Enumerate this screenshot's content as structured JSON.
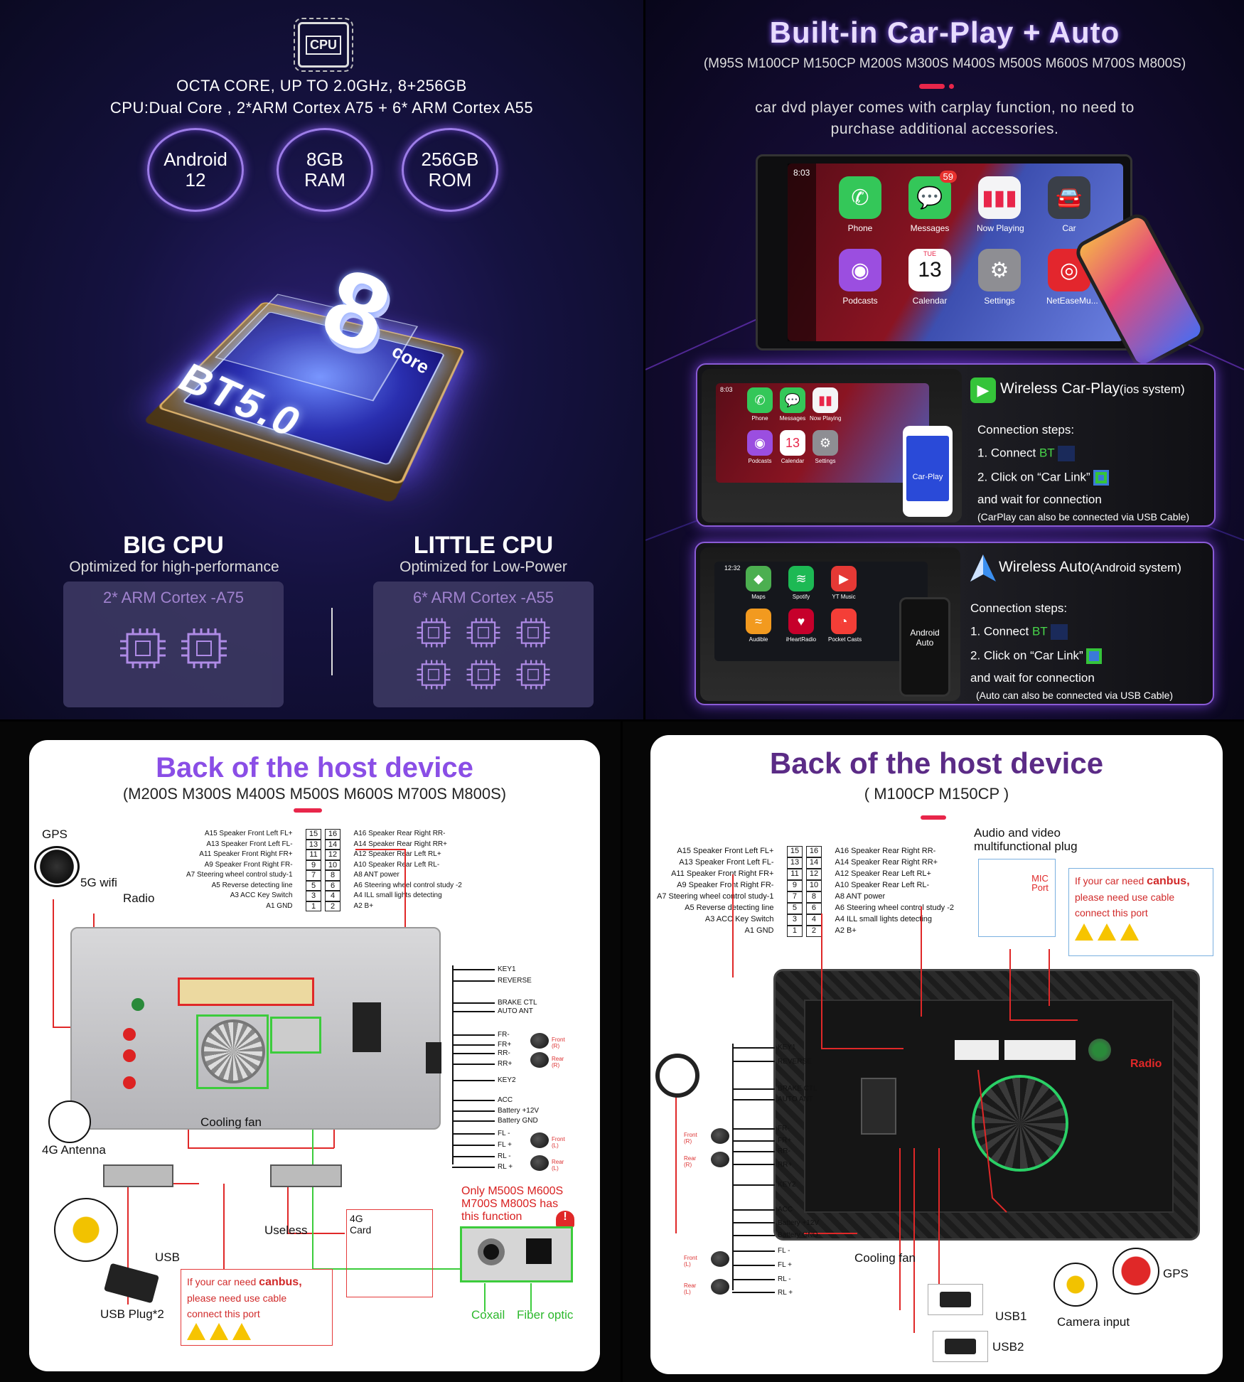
{
  "cpu_panel": {
    "chip_icon_text": "CPU",
    "line1": "OCTA CORE, UP TO 2.0GHz, 8+256GB",
    "line2": "CPU:Dual Core , 2*ARM Cortex A75 + 6* ARM Cortex A55",
    "badges": [
      {
        "l1": "Android",
        "l2": "12"
      },
      {
        "l1": "8GB",
        "l2": "RAM"
      },
      {
        "l1": "256GB",
        "l2": "ROM"
      }
    ],
    "chip_number": "8",
    "chip_core": "core",
    "chip_bt": "BT5.0",
    "big": {
      "title": "BIG CPU",
      "subtitle": "Optimized for high-performance",
      "box_label": "2* ARM Cortex -A75",
      "core_count": 2
    },
    "little": {
      "title": "LITTLE CPU",
      "subtitle": "Optimized for Low-Power",
      "box_label": "6* ARM Cortex -A55",
      "core_count": 6
    }
  },
  "carplay_panel": {
    "title": "Built-in Car-Play + Auto",
    "models": "(M95S M100CP M150CP M200S M300S M400S M500S M600S M700S M800S)",
    "desc1": "car dvd player comes with carplay function, no need to",
    "desc2": "purchase additional accessories.",
    "screen": {
      "time": "8:03",
      "apps": [
        {
          "name": "Phone",
          "glyph": "✆",
          "color": "#34c759"
        },
        {
          "name": "Messages",
          "glyph": "💬",
          "color": "#34c759",
          "badge": "59"
        },
        {
          "name": "Now Playing",
          "glyph": "▮▮▮",
          "color": "#f4f4f6"
        },
        {
          "name": "Car",
          "glyph": "🚘",
          "color": "#3a3f48"
        },
        {
          "name": "Podcasts",
          "glyph": "◉",
          "color": "#9b4ee0"
        },
        {
          "name": "Calendar",
          "glyph": "13",
          "color": "#ffffff",
          "day": "TUE"
        },
        {
          "name": "Settings",
          "glyph": "⚙",
          "color": "#8e8e93"
        },
        {
          "name": "NetEaseMu...",
          "glyph": "◎",
          "color": "#e3262d"
        }
      ]
    },
    "carplay_step": {
      "title": "Wireless Car-Play",
      "title_suffix": "(ios system)",
      "steps_heading": "Connection steps:",
      "step1": "1. Connect",
      "bt": "BT",
      "step2": "2. Click on “Car Link”",
      "step3": "and wait for connection",
      "note": "(CarPlay can also be connected via USB Cable)",
      "phone_label": "Car-Play",
      "mini_time": "8:03",
      "mini_apps": [
        {
          "name": "Phone",
          "glyph": "✆",
          "color": "#34c759"
        },
        {
          "name": "Messages",
          "glyph": "💬",
          "color": "#34c759"
        },
        {
          "name": "Now Playing",
          "glyph": "▮▮",
          "color": "#f4f4f6"
        },
        {
          "name": "Podcasts",
          "glyph": "◉",
          "color": "#9b4ee0"
        },
        {
          "name": "Calendar",
          "glyph": "13",
          "color": "#ffffff"
        },
        {
          "name": "Settings",
          "glyph": "⚙",
          "color": "#8e8e93"
        }
      ]
    },
    "auto_step": {
      "title": "Wireless Auto",
      "title_suffix": "(Android system)",
      "steps_heading": "Connection steps:",
      "step1": "1. Connect",
      "bt": "BT",
      "step2": "2. Click on “Car Link”",
      "step3": "and wait for connection",
      "note": "(Auto can also be connected via USB Cable)",
      "phone_label": "Android Auto",
      "mini_time": "12:32",
      "mini_apps": [
        {
          "name": "Maps",
          "glyph": "◆",
          "color": "#4caf50"
        },
        {
          "name": "Spotify",
          "glyph": "≋",
          "color": "#1db954"
        },
        {
          "name": "YT Music",
          "glyph": "▶",
          "color": "#e53935"
        },
        {
          "name": "Audible",
          "glyph": "≈",
          "color": "#f29a1f"
        },
        {
          "name": "iHeartRadio",
          "glyph": "♥",
          "color": "#c6002b"
        },
        {
          "name": "Pocket Casts",
          "glyph": "◔",
          "color": "#f43e37"
        }
      ]
    }
  },
  "pinout": [
    {
      "left": "A15  Speaker Front Left FL+",
      "lp": "15",
      "rp": "16",
      "right": "A16 Speaker Rear Right RR-"
    },
    {
      "left": "A13  Speaker Front Left FL-",
      "lp": "13",
      "rp": "14",
      "right": "A14 Speaker Rear Right RR+"
    },
    {
      "left": "A11  Speaker Front Right FR+",
      "lp": "11",
      "rp": "12",
      "right": "A12 Speaker Rear Left RL+"
    },
    {
      "left": "A9   Speaker Front Right FR-",
      "lp": "9",
      "rp": "10",
      "right": "A10 Speaker Rear Left RL-"
    },
    {
      "left": "A7  Steering wheel control study-1",
      "lp": "7",
      "rp": "8",
      "right": "A8   ANT power"
    },
    {
      "left": "A5   Reverse detecting line",
      "lp": "5",
      "rp": "6",
      "right": "A6   Steering wheel control study -2"
    },
    {
      "left": "A3 ACC Key Switch",
      "lp": "3",
      "rp": "4",
      "right": "A4   ILL small lights detecting"
    },
    {
      "left": "A1 GND",
      "lp": "1",
      "rp": "2",
      "right": "A2   B+"
    }
  ],
  "harness": [
    "KEY1",
    "REVERSE",
    "BRAKE CTL",
    "AUTO ANT",
    "FR-",
    "FR+",
    "RR-",
    "RR+",
    "KEY2",
    "ACC",
    "Battery +12V",
    "Battery GND",
    "FL -",
    "FL +",
    "RL -",
    "RL +"
  ],
  "speakers": [
    "Front (R)",
    "Rear (R)",
    "Front (L)",
    "Rear (L)"
  ],
  "canbus_note": {
    "prefix": "If your car need ",
    "bold": "canbus,",
    "line2": "please need use cable",
    "line3": "connect this port"
  },
  "back_a": {
    "title": "Back of the host device",
    "models": "(M200S M300S M400S M500S M600S M700S M800S)",
    "gps": "GPS",
    "wifi": "5G wifi",
    "radio": "Radio",
    "antenna_4g": "4G Antenna",
    "cooling_fan": "Cooling fan",
    "usb": "USB",
    "usb_plug": "USB Plug*2",
    "useless": "Useless",
    "card_4g": "4G Card",
    "only_note": [
      "Only M500S M600S",
      "M700S M800S has",
      "this function"
    ],
    "coaxial": "Coxail",
    "fiber": "Fiber optic"
  },
  "back_b": {
    "title": "Back of the host device",
    "models": "( M100CP  M150CP )",
    "av_plug": "Audio and video multifunctional plug",
    "mic_port": "MIC Port",
    "radio": "Radio",
    "cooling_fan": "Cooling fan",
    "usb1": "USB1",
    "usb2": "USB2",
    "camera": "Camera input",
    "gps": "GPS"
  },
  "colors": {
    "accent_purple": "#7b4fe0",
    "wire_red": "#e02828",
    "wire_green": "#3ccc3c",
    "title_dark_purple": "#5b2b86"
  }
}
